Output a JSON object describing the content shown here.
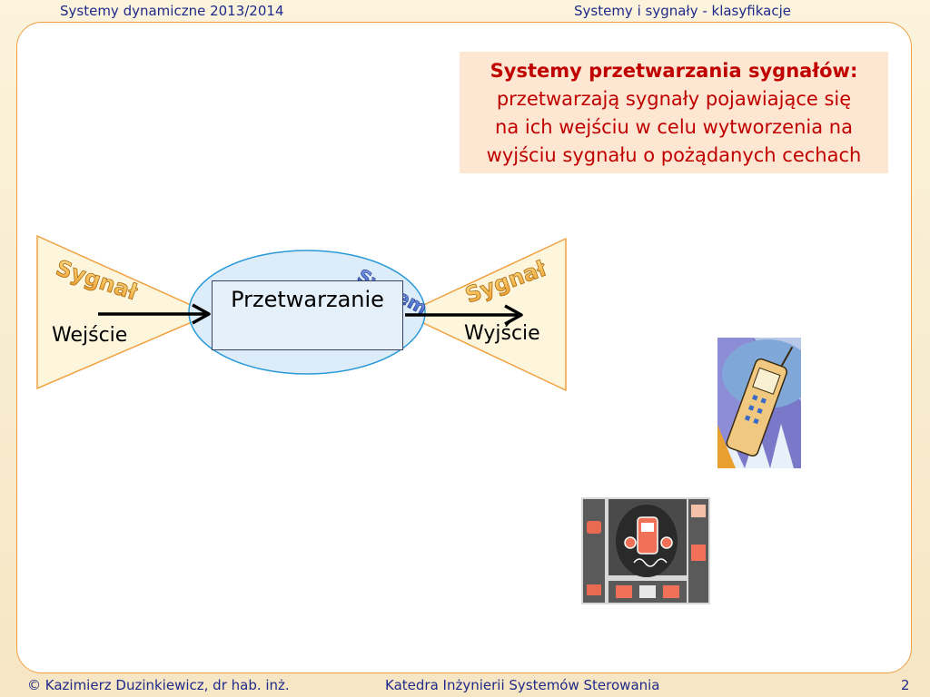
{
  "header": {
    "left": "Systemy dynamiczne 2013/2014",
    "right": "Systemy i sygnały - klasyfikacje"
  },
  "definition": {
    "title": "Systemy przetwarzania  sygnałów:",
    "line1": "przetwarzają sygnały pojawiające się",
    "line2": "na ich wejściu w celu wytworzenia na",
    "line3": "wyjściu sygnału o pożądanych cechach"
  },
  "diagram": {
    "input_signal_art": "Sygnał",
    "output_signal_art": "Sygnał",
    "system_art": "System",
    "input_label": "Wejście",
    "output_label": "Wyjście",
    "process_label": "Przetwarzanie"
  },
  "footer": {
    "left": "© Kazimierz Duzinkiewicz, dr hab. inż.",
    "middle": "Katedra Inżynierii Systemów Sterowania",
    "page": "2"
  },
  "colors": {
    "header_text": "#1f2a8a",
    "slide_border": "#f0a040",
    "definition_bg": "#fde6d2",
    "definition_text": "#c00000",
    "ellipse_fill": "#dcecf8",
    "ellipse_stroke": "#2a9ad8",
    "triangle_fill": "#fdf6dc",
    "triangle_stroke": "#f0a040"
  },
  "icons": [
    "cellphone-clipart-icon",
    "telecom-collage-clipart-icon"
  ]
}
